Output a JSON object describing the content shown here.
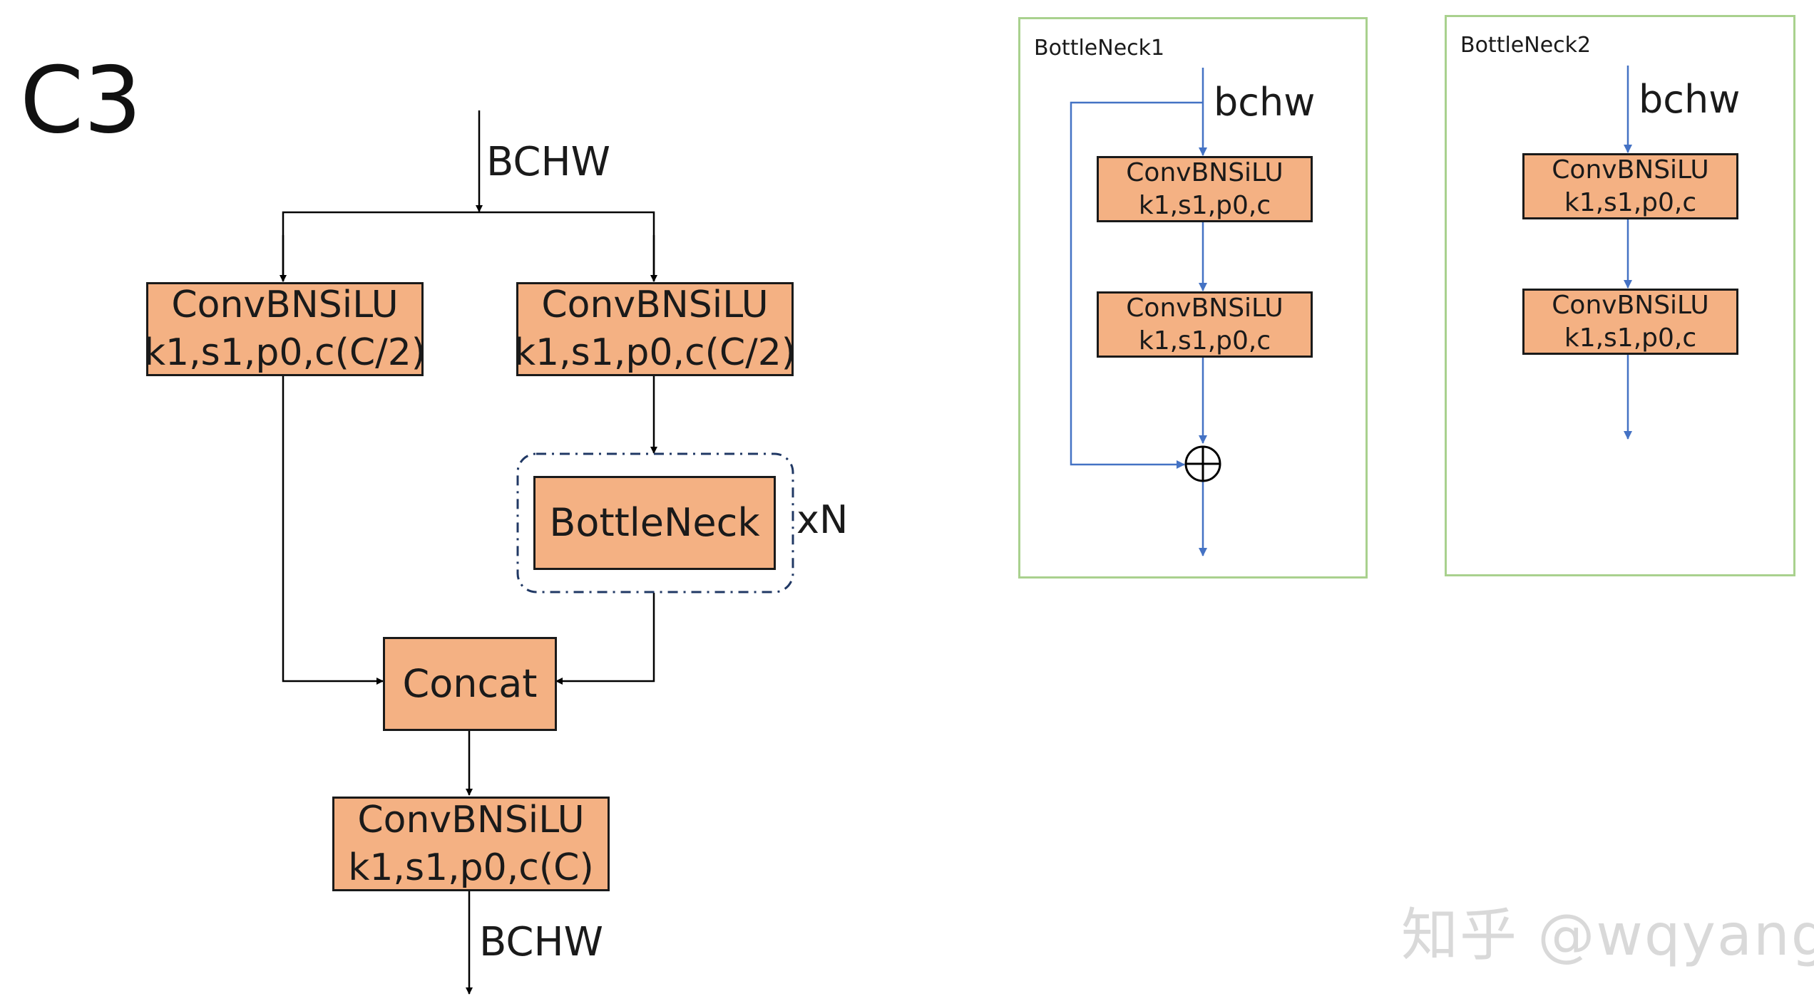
{
  "title": "C3",
  "c3": {
    "input_label": "BCHW",
    "output_label": "BCHW",
    "conv_left": {
      "line1": "ConvBNSiLU",
      "line2": "k1,s1,p0,c(C/2)"
    },
    "conv_right": {
      "line1": "ConvBNSiLU",
      "line2": "k1,s1,p0,c(C/2)"
    },
    "bottleneck": "BottleNeck",
    "repeat": "xN",
    "concat": "Concat",
    "conv_out": {
      "line1": "ConvBNSiLU",
      "line2": "k1,s1,p0,c(C)"
    }
  },
  "bottleneck1": {
    "title": "BottleNeck1",
    "input_label": "bchw",
    "conv1": {
      "line1": "ConvBNSiLU",
      "line2": "k1,s1,p0,c"
    },
    "conv2": {
      "line1": "ConvBNSiLU",
      "line2": "k1,s1,p0,c"
    }
  },
  "bottleneck2": {
    "title": "BottleNeck2",
    "input_label": "bchw",
    "conv1": {
      "line1": "ConvBNSiLU",
      "line2": "k1,s1,p0,c"
    },
    "conv2": {
      "line1": "ConvBNSiLU",
      "line2": "k1,s1,p0,c"
    }
  },
  "watermark": "知乎 @wqyang",
  "colors": {
    "box_fill": "#f4b183",
    "box_border": "#1a1a1a",
    "panel_border": "#a9d18e",
    "blue_line": "#4472c4",
    "black_line": "#000000",
    "dashed_border": "#203864"
  }
}
